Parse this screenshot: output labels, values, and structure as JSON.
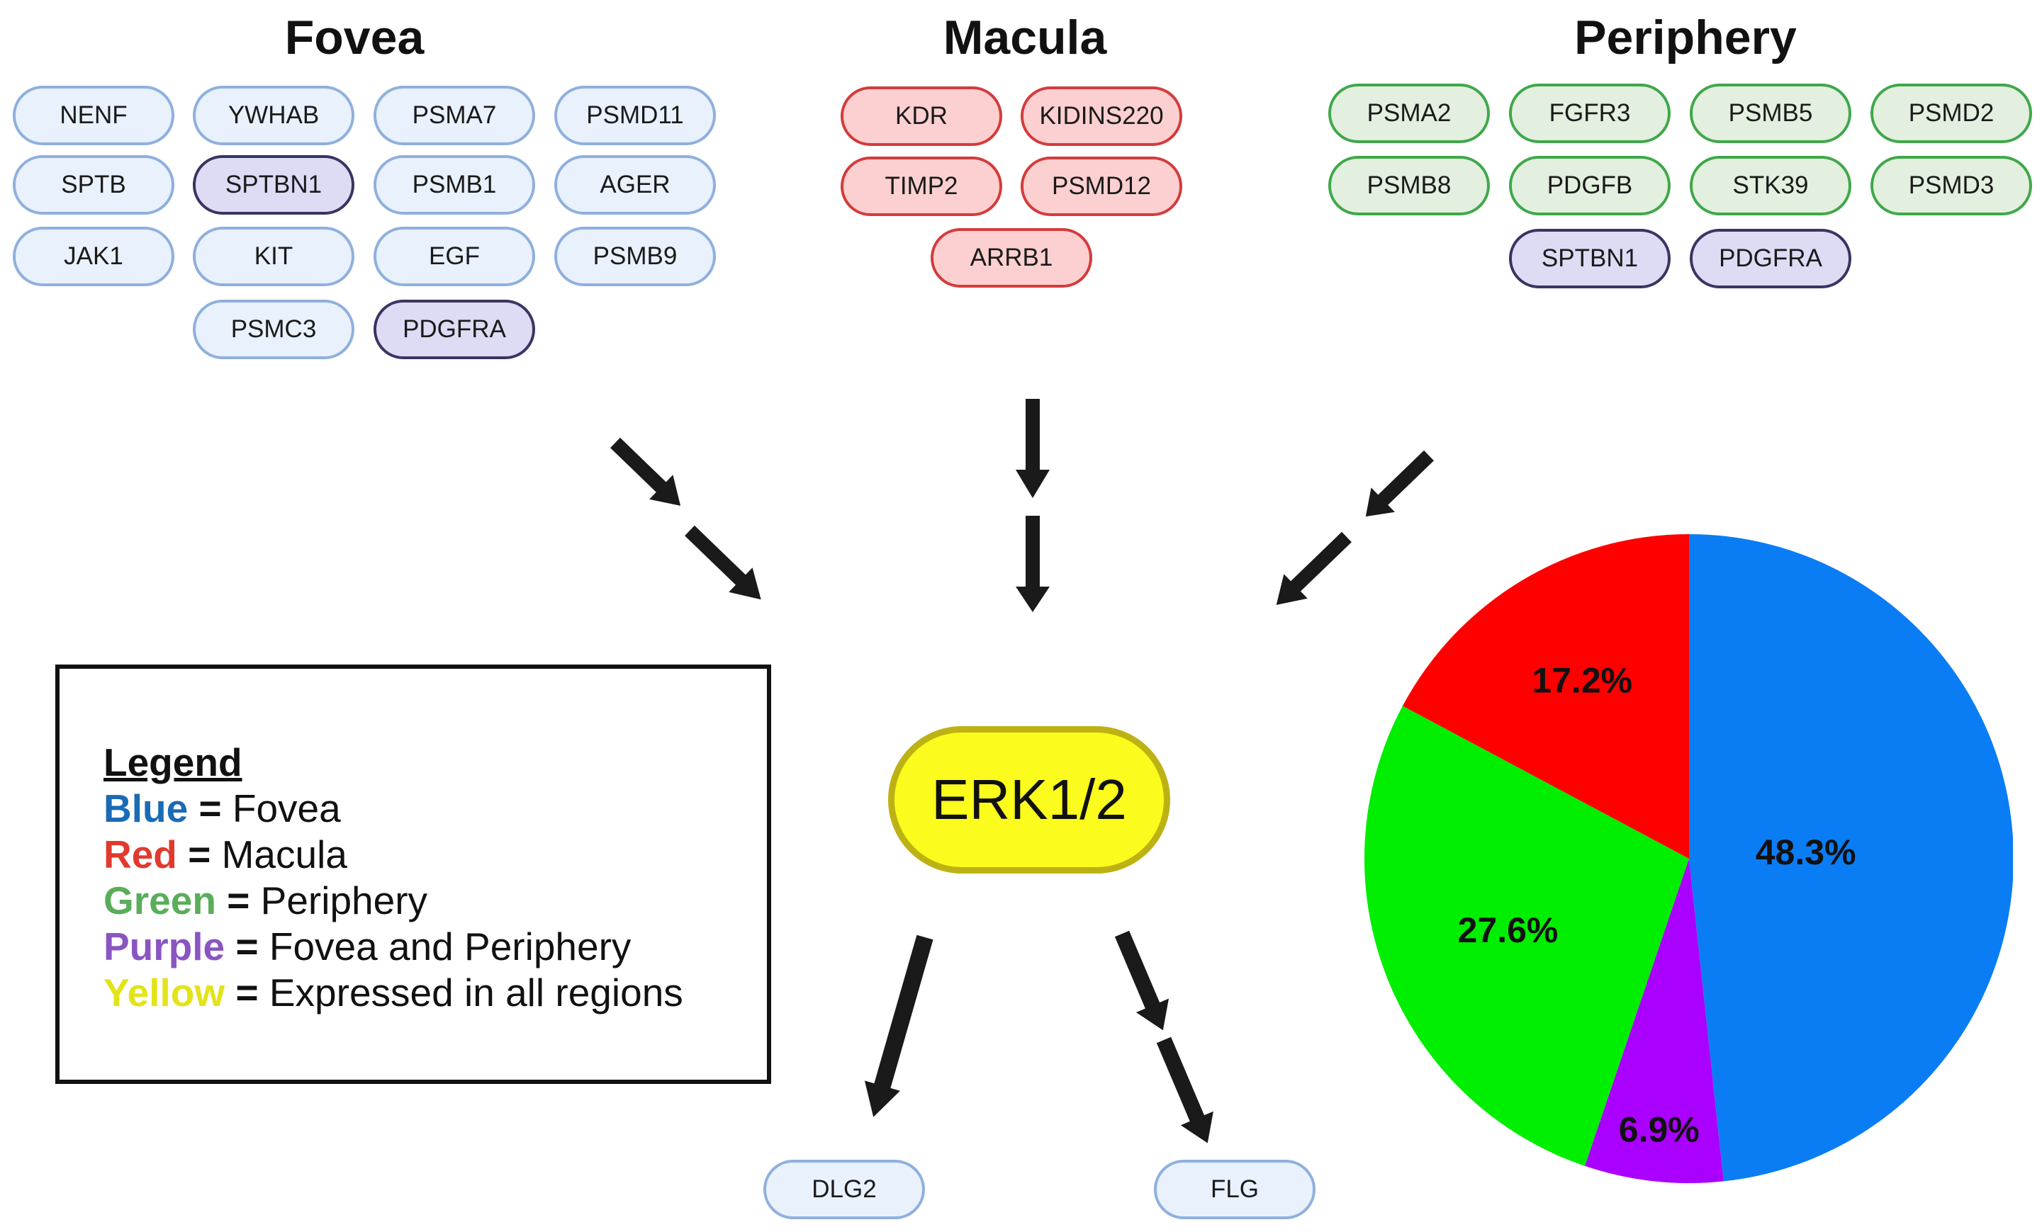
{
  "regions": {
    "fovea": {
      "title": "Fovea",
      "genes": [
        {
          "name": "NENF",
          "color": "blue"
        },
        {
          "name": "YWHAB",
          "color": "blue"
        },
        {
          "name": "PSMA7",
          "color": "blue"
        },
        {
          "name": "PSMD11",
          "color": "blue"
        },
        {
          "name": "SPTB",
          "color": "blue"
        },
        {
          "name": "SPTBN1",
          "color": "purple"
        },
        {
          "name": "PSMB1",
          "color": "blue"
        },
        {
          "name": "AGER",
          "color": "blue"
        },
        {
          "name": "JAK1",
          "color": "blue"
        },
        {
          "name": "KIT",
          "color": "blue"
        },
        {
          "name": "EGF",
          "color": "blue"
        },
        {
          "name": "PSMB9",
          "color": "blue"
        },
        {
          "name": "PSMC3",
          "color": "blue"
        },
        {
          "name": "PDGFRA",
          "color": "purple"
        }
      ]
    },
    "macula": {
      "title": "Macula",
      "genes": [
        {
          "name": "KDR",
          "color": "red"
        },
        {
          "name": "KIDINS220",
          "color": "red"
        },
        {
          "name": "TIMP2",
          "color": "red"
        },
        {
          "name": "PSMD12",
          "color": "red"
        },
        {
          "name": "ARRB1",
          "color": "red"
        }
      ]
    },
    "periphery": {
      "title": "Periphery",
      "genes": [
        {
          "name": "PSMA2",
          "color": "green"
        },
        {
          "name": "FGFR3",
          "color": "green"
        },
        {
          "name": "PSMB5",
          "color": "green"
        },
        {
          "name": "PSMD2",
          "color": "green"
        },
        {
          "name": "PSMB8",
          "color": "green"
        },
        {
          "name": "PDGFB",
          "color": "green"
        },
        {
          "name": "STK39",
          "color": "green"
        },
        {
          "name": "PSMD3",
          "color": "green"
        },
        {
          "name": "SPTBN1",
          "color": "purple"
        },
        {
          "name": "PDGFRA",
          "color": "purple"
        }
      ]
    }
  },
  "center": {
    "label": "ERK1/2",
    "color": "#fbfb1d"
  },
  "downstream": [
    {
      "name": "DLG2",
      "color": "blue"
    },
    {
      "name": "FLG",
      "color": "blue"
    }
  ],
  "legend": {
    "title": "Legend",
    "entries": [
      {
        "color_word": "Blue",
        "meaning": "Fovea",
        "color": "#1a6bb5"
      },
      {
        "color_word": "Red",
        "meaning": "Macula",
        "color": "#e03a2f"
      },
      {
        "color_word": "Green",
        "meaning": "Periphery",
        "color": "#5aad5a"
      },
      {
        "color_word": "Purple",
        "meaning": "Fovea and Periphery",
        "color": "#8a55c2"
      },
      {
        "color_word": "Yellow",
        "meaning": "Expressed in all regions",
        "color": "#e3e31a"
      }
    ],
    "separator": "="
  },
  "chart_data": {
    "type": "pie",
    "slices": [
      {
        "label": "48.3%",
        "value": 48.3,
        "color": "#0a7df5"
      },
      {
        "label": "6.9%",
        "value": 6.9,
        "color": "#aa00ff"
      },
      {
        "label": "27.6%",
        "value": 27.6,
        "color": "#00ee00"
      },
      {
        "label": "17.2%",
        "value": 17.2,
        "color": "#ff0000"
      }
    ],
    "start": "12 o'clock",
    "direction": "clockwise"
  }
}
